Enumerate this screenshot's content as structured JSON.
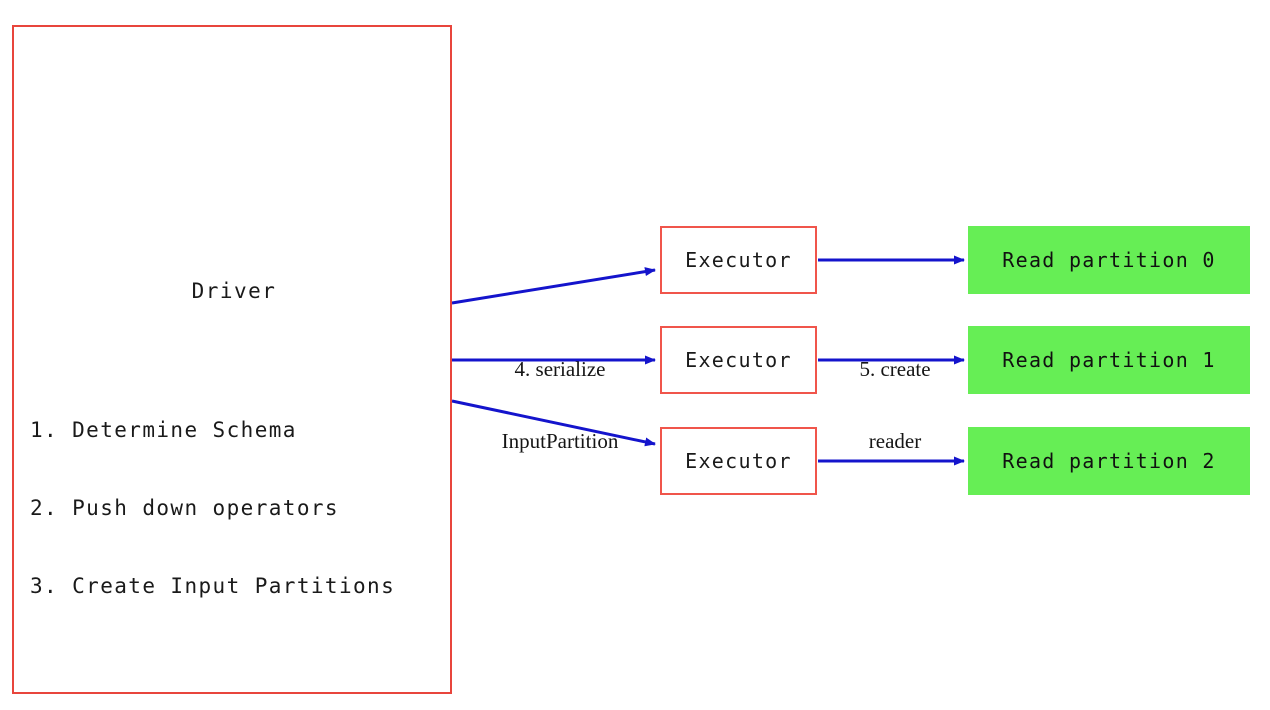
{
  "diagram": {
    "title_semantic": "spark-datasource-v2-read-flow",
    "background": "#ffffff",
    "colors": {
      "box_border_red": "#e8453c",
      "executor_border_red": "#f0554b",
      "partition_green": "#66ee55",
      "arrow_blue": "#1414cc",
      "text_black": "#1a1a1a"
    }
  },
  "driver": {
    "title": "Driver",
    "steps": [
      "1. Determine Schema",
      "2. Push down operators",
      "3. Create Input Partitions"
    ]
  },
  "executors": [
    {
      "label": "Executor"
    },
    {
      "label": "Executor"
    },
    {
      "label": "Executor"
    }
  ],
  "partitions": [
    {
      "label": "Read partition 0"
    },
    {
      "label": "Read partition 1"
    },
    {
      "label": "Read partition 2"
    }
  ],
  "edge_labels": {
    "serialize": {
      "line1": "4. serialize",
      "line2": "InputPartition"
    },
    "create_reader": {
      "line1": "5. create",
      "line2": "reader"
    }
  }
}
